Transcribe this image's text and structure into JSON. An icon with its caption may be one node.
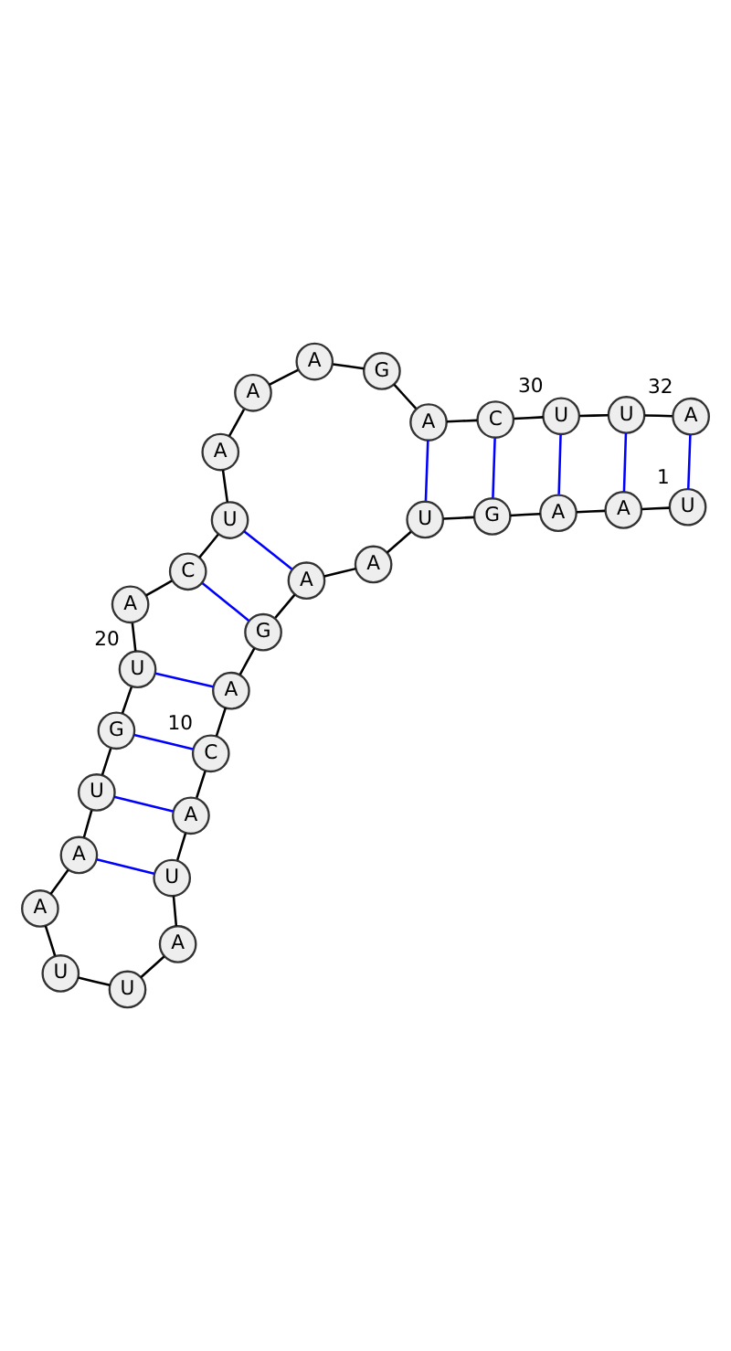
{
  "diagram": {
    "nodes": [
      {
        "text": [
          "U"
        ],
        "beside": [
          "1"
        ]
      },
      {
        "text": [
          "A"
        ]
      },
      {
        "text": [
          "A"
        ]
      },
      {
        "text": [
          "G"
        ]
      },
      {
        "text": [
          "U"
        ]
      },
      {
        "text": [
          "A"
        ]
      },
      {
        "text": [
          "A"
        ]
      },
      {
        "text": [
          "G"
        ]
      },
      {
        "text": [
          "A"
        ]
      },
      {
        "text": [
          "C"
        ],
        "beside": [
          "10"
        ]
      },
      {
        "text": [
          "A"
        ]
      },
      {
        "text": [
          "U"
        ]
      },
      {
        "text": [
          "A"
        ]
      },
      {
        "text": [
          "U"
        ]
      },
      {
        "text": [
          "U"
        ]
      },
      {
        "text": [
          "A"
        ]
      },
      {
        "text": [
          "A"
        ]
      },
      {
        "text": [
          "U"
        ]
      },
      {
        "text": [
          "G"
        ]
      },
      {
        "text": [
          "U"
        ],
        "beside": [
          "20"
        ]
      },
      {
        "text": [
          "A"
        ]
      },
      {
        "text": [
          "C"
        ]
      },
      {
        "text": [
          "U"
        ]
      },
      {
        "text": [
          "A"
        ]
      },
      {
        "text": [
          "A"
        ]
      },
      {
        "text": [
          "A"
        ]
      },
      {
        "text": [
          "G"
        ]
      },
      {
        "text": [
          "A"
        ]
      },
      {
        "text": [
          "C"
        ]
      },
      {
        "text": [
          "U"
        ],
        "beside": [
          "30"
        ]
      },
      {
        "text": [
          "U"
        ]
      },
      {
        "text": [
          "A"
        ],
        "beside": [
          "32"
        ]
      }
    ],
    "edges": [
      {
        "from": 0,
        "to": 1,
        "arrow": "none"
      },
      {
        "from": 1,
        "to": 2,
        "arrow": "none"
      },
      {
        "from": 2,
        "to": 3,
        "arrow": "none"
      },
      {
        "from": 3,
        "to": 4,
        "arrow": "none"
      },
      {
        "from": 4,
        "to": 5,
        "arrow": "none"
      },
      {
        "from": 5,
        "to": 6,
        "arrow": "none"
      },
      {
        "from": 6,
        "to": 7,
        "arrow": "none"
      },
      {
        "from": 7,
        "to": 8,
        "arrow": "none"
      },
      {
        "from": 8,
        "to": 9,
        "arrow": "none"
      },
      {
        "from": 9,
        "to": 10,
        "arrow": "none"
      },
      {
        "from": 10,
        "to": 11,
        "arrow": "none"
      },
      {
        "from": 11,
        "to": 12,
        "arrow": "none"
      },
      {
        "from": 12,
        "to": 13,
        "arrow": "none"
      },
      {
        "from": 13,
        "to": 14,
        "arrow": "none"
      },
      {
        "from": 14,
        "to": 15,
        "arrow": "none"
      },
      {
        "from": 15,
        "to": 16,
        "arrow": "none"
      },
      {
        "from": 16,
        "to": 17,
        "arrow": "none"
      },
      {
        "from": 17,
        "to": 18,
        "arrow": "none"
      },
      {
        "from": 18,
        "to": 19,
        "arrow": "none"
      },
      {
        "from": 19,
        "to": 20,
        "arrow": "none"
      },
      {
        "from": 20,
        "to": 21,
        "arrow": "none"
      },
      {
        "from": 21,
        "to": 22,
        "arrow": "none"
      },
      {
        "from": 22,
        "to": 23,
        "arrow": "none"
      },
      {
        "from": 23,
        "to": 24,
        "arrow": "none"
      },
      {
        "from": 24,
        "to": 25,
        "arrow": "none"
      },
      {
        "from": 25,
        "to": 26,
        "arrow": "none"
      },
      {
        "from": 26,
        "to": 27,
        "arrow": "none"
      },
      {
        "from": 27,
        "to": 28,
        "arrow": "none"
      },
      {
        "from": 28,
        "to": 29,
        "arrow": "none"
      },
      {
        "from": 29,
        "to": 30,
        "arrow": "none"
      },
      {
        "from": 30,
        "to": 31,
        "arrow": "none"
      },
      {
        "from": 0,
        "to": 31,
        "arrow": "none",
        "color": "#0000ff"
      },
      {
        "from": 1,
        "to": 30,
        "arrow": "none",
        "color": "#0000ff"
      },
      {
        "from": 2,
        "to": 29,
        "arrow": "none",
        "color": "#0000ff"
      },
      {
        "from": 3,
        "to": 28,
        "arrow": "none",
        "color": "#0000ff"
      },
      {
        "from": 4,
        "to": 27,
        "arrow": "none",
        "color": "#0000ff"
      },
      {
        "from": 6,
        "to": 22,
        "arrow": "none",
        "color": "#0000ff"
      },
      {
        "from": 7,
        "to": 21,
        "arrow": "none",
        "color": "#0000ff"
      },
      {
        "from": 8,
        "to": 19,
        "arrow": "none",
        "color": "#0000ff"
      },
      {
        "from": 9,
        "to": 18,
        "arrow": "none",
        "color": "#0000ff"
      },
      {
        "from": 10,
        "to": 17,
        "arrow": "none",
        "color": "#0000ff"
      },
      {
        "from": 11,
        "to": 16,
        "arrow": "none",
        "color": "#0000ff"
      }
    ]
  }
}
